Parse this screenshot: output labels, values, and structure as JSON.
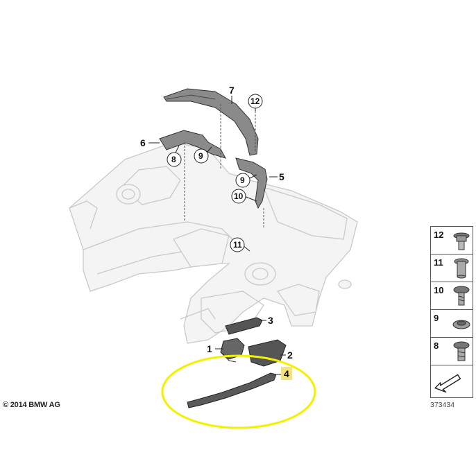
{
  "copyright": "© 2014 BMW AG",
  "diagram_id": "373434",
  "callouts": {
    "c1": "1",
    "c2": "2",
    "c3": "3",
    "c4": "4",
    "c5": "5",
    "c6": "6",
    "c7": "7",
    "c8": "8",
    "c9a": "9",
    "c9b": "9",
    "c10": "10",
    "c11": "11",
    "c12": "12"
  },
  "legend": [
    "12",
    "11",
    "10",
    "9",
    "8"
  ],
  "colors": {
    "highlight": "#f2f200",
    "part_box_highlight": "#f5e27a",
    "body_outline": "#cfcfcf",
    "part_dark": "#444444"
  }
}
